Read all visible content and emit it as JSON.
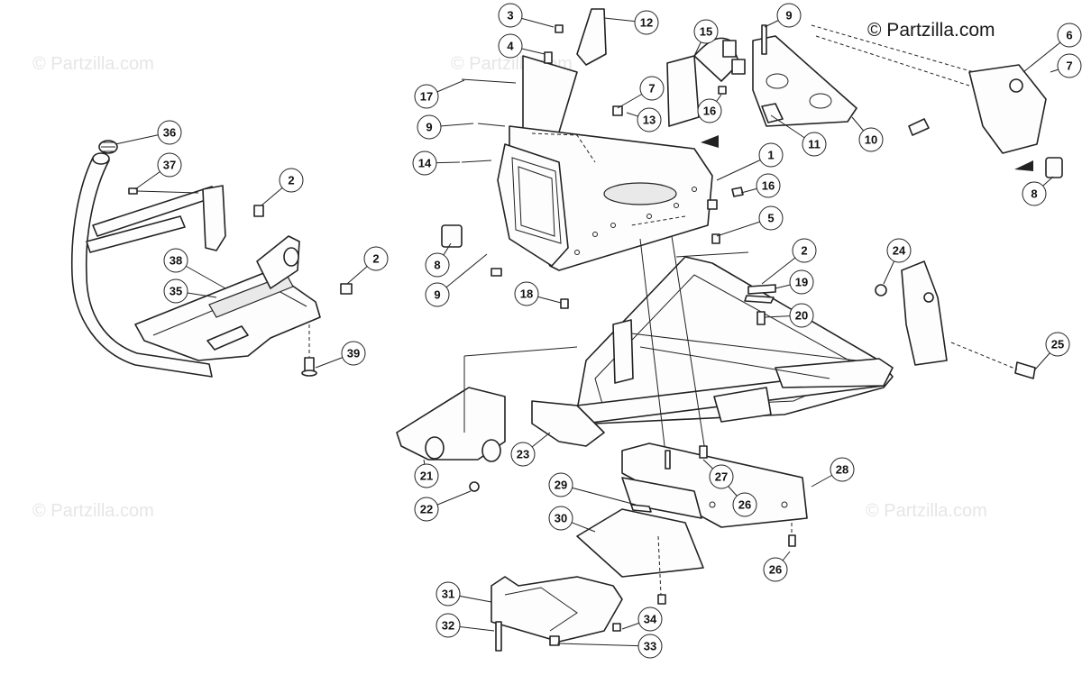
{
  "watermark": {
    "text": "© Partzilla.com"
  },
  "copyright": {
    "text": "© Partzilla.com"
  },
  "callouts": [
    {
      "id": "c1",
      "label": "1"
    },
    {
      "id": "c2a",
      "label": "2"
    },
    {
      "id": "c2b",
      "label": "2"
    },
    {
      "id": "c2c",
      "label": "2"
    },
    {
      "id": "c3",
      "label": "3"
    },
    {
      "id": "c4",
      "label": "4"
    },
    {
      "id": "c5",
      "label": "5"
    },
    {
      "id": "c6",
      "label": "6"
    },
    {
      "id": "c7a",
      "label": "7"
    },
    {
      "id": "c7b",
      "label": "7"
    },
    {
      "id": "c8a",
      "label": "8"
    },
    {
      "id": "c8b",
      "label": "8"
    },
    {
      "id": "c9a",
      "label": "9"
    },
    {
      "id": "c9b",
      "label": "9"
    },
    {
      "id": "c9c",
      "label": "9"
    },
    {
      "id": "c10",
      "label": "10"
    },
    {
      "id": "c11",
      "label": "11"
    },
    {
      "id": "c12",
      "label": "12"
    },
    {
      "id": "c13",
      "label": "13"
    },
    {
      "id": "c14",
      "label": "14"
    },
    {
      "id": "c15",
      "label": "15"
    },
    {
      "id": "c16a",
      "label": "16"
    },
    {
      "id": "c16b",
      "label": "16"
    },
    {
      "id": "c17",
      "label": "17"
    },
    {
      "id": "c18",
      "label": "18"
    },
    {
      "id": "c19",
      "label": "19"
    },
    {
      "id": "c20",
      "label": "20"
    },
    {
      "id": "c21",
      "label": "21"
    },
    {
      "id": "c22",
      "label": "22"
    },
    {
      "id": "c23",
      "label": "23"
    },
    {
      "id": "c24",
      "label": "24"
    },
    {
      "id": "c25",
      "label": "25"
    },
    {
      "id": "c26a",
      "label": "26"
    },
    {
      "id": "c26b",
      "label": "26"
    },
    {
      "id": "c27",
      "label": "27"
    },
    {
      "id": "c28",
      "label": "28"
    },
    {
      "id": "c29",
      "label": "29"
    },
    {
      "id": "c30",
      "label": "30"
    },
    {
      "id": "c31",
      "label": "31"
    },
    {
      "id": "c32",
      "label": "32"
    },
    {
      "id": "c33",
      "label": "33"
    },
    {
      "id": "c34",
      "label": "34"
    },
    {
      "id": "c35",
      "label": "35"
    },
    {
      "id": "c36",
      "label": "36"
    },
    {
      "id": "c37",
      "label": "37"
    },
    {
      "id": "c38",
      "label": "38"
    },
    {
      "id": "c39",
      "label": "39"
    }
  ]
}
